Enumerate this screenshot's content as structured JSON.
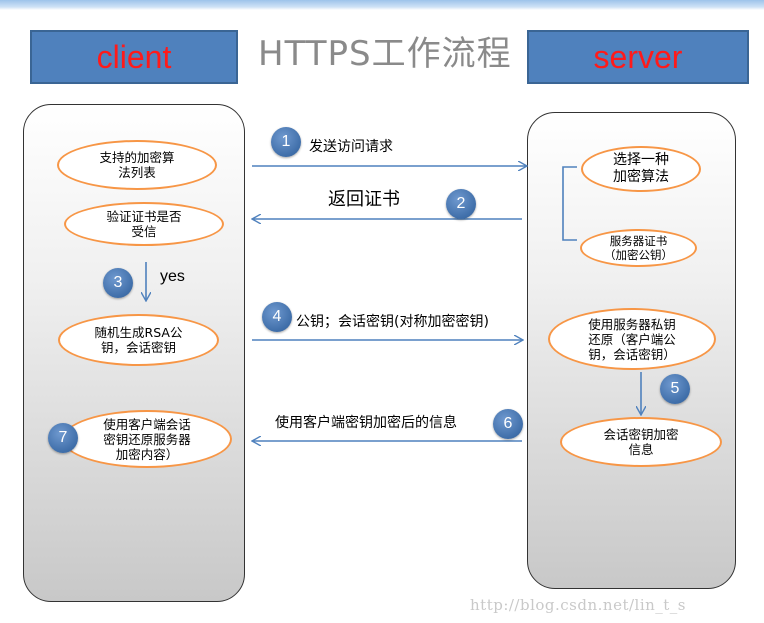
{
  "title": "HTTPS工作流程",
  "client_label": "client",
  "server_label": "server",
  "client_nodes": [
    {
      "lines": [
        "支持的加密算",
        "法列表"
      ]
    },
    {
      "lines": [
        "验证证书是否",
        "受信"
      ]
    },
    {
      "lines": [
        "随机生成RSA公",
        "钥，会话密钥"
      ]
    },
    {
      "lines": [
        "使用客户端会话",
        "密钥还原服务器",
        "加密内容）"
      ]
    }
  ],
  "server_nodes": [
    {
      "lines": [
        "选择一种",
        "加密算法"
      ]
    },
    {
      "lines": [
        "服务器证书",
        "（加密公钥）"
      ]
    },
    {
      "lines": [
        "使用服务器私钥",
        "还原（客户端公",
        "钥，会话密钥）"
      ]
    },
    {
      "lines": [
        "会话密钥加密",
        "信息"
      ]
    }
  ],
  "steps": [
    {
      "num": "1",
      "label": "发送访问请求"
    },
    {
      "num": "2",
      "label": "返回证书"
    },
    {
      "num": "3",
      "label": "yes"
    },
    {
      "num": "4",
      "label": "公钥；会话密钥(对称加密密钥)"
    },
    {
      "num": "5",
      "label": ""
    },
    {
      "num": "6",
      "label": "使用客户端密钥加密后的信息"
    },
    {
      "num": "7",
      "label": ""
    }
  ],
  "watermark": "http://blog.csdn.net/lin_t_s",
  "colors": {
    "header_fill": "#4f81bd",
    "header_text": "#ff1a1a",
    "oval_border": "#f79646",
    "step_badge": "#4f81bd",
    "arrow": "#4f81bd"
  }
}
